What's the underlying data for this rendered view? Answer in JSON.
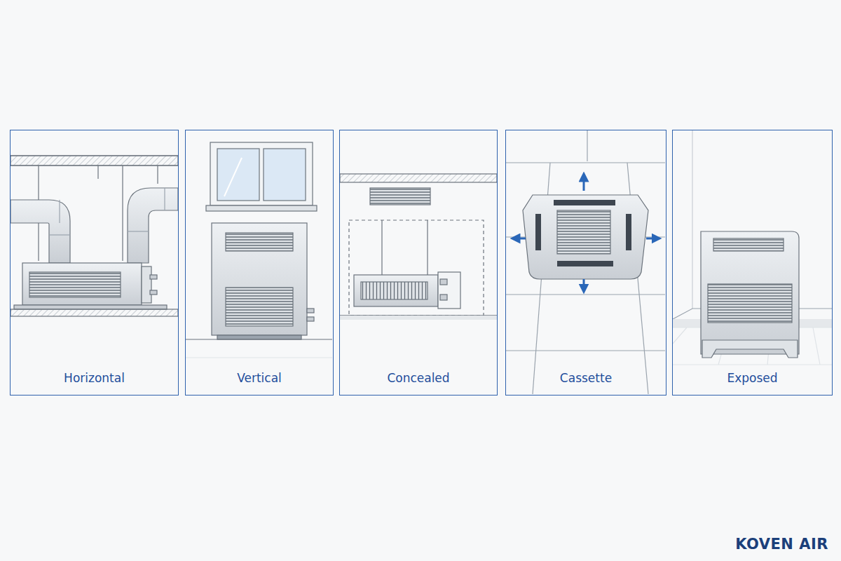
{
  "diagram": {
    "nodes": [
      {
        "text": [
          "Horizontal"
        ]
      },
      {
        "text": [
          "Vertical"
        ]
      },
      {
        "text": [
          "Concealed"
        ]
      },
      {
        "text": [
          "Cassette"
        ]
      },
      {
        "text": [
          "Exposed"
        ]
      }
    ],
    "labels": [
      "KOVEN AIR"
    ]
  }
}
